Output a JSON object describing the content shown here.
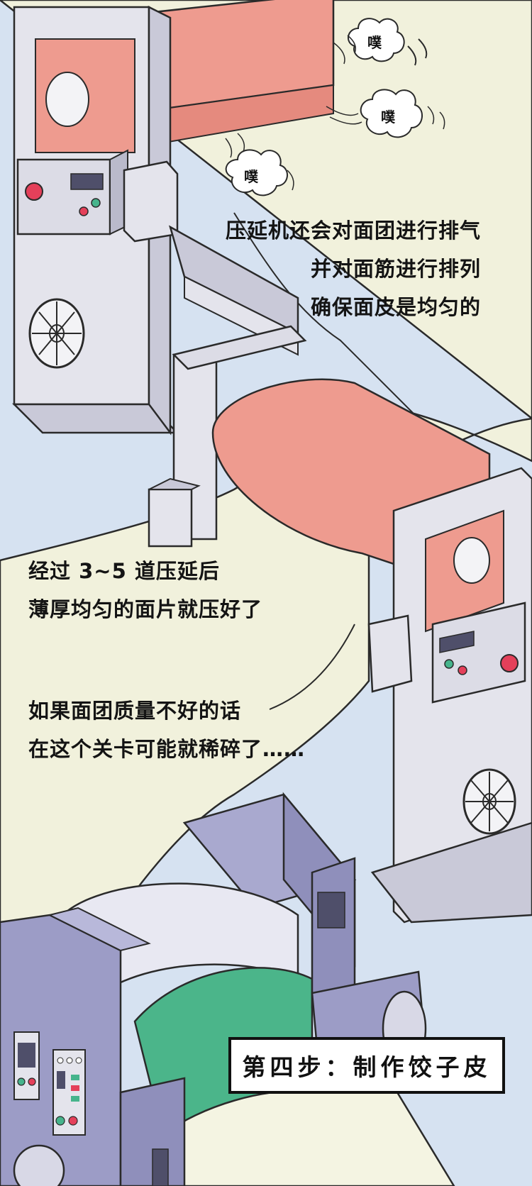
{
  "sound_effects": [
    "噗",
    "噗",
    "噗"
  ],
  "captions": {
    "exhaust": [
      "压延机还会对面团进行排气",
      "并对面筋进行排列",
      "确保面皮是均匀的"
    ],
    "passes": [
      "经过 3~5 道压延后",
      "薄厚均匀的面片就压好了"
    ],
    "warning": [
      "如果面团质量不好的话",
      "在这个关卡可能就稀碎了……"
    ]
  },
  "step_box": {
    "label": "第四步：制作饺子皮"
  },
  "colors": {
    "background": "#d6e2f1",
    "dough_sheet": "#f1f1dc",
    "roller_red": "#ee9b8f",
    "roller_green": "#4bb58a",
    "machine_gray": "#c9c9d8",
    "machine_purple": "#8f8fbb",
    "button_red": "#e4405a",
    "button_green": "#46b48c"
  }
}
